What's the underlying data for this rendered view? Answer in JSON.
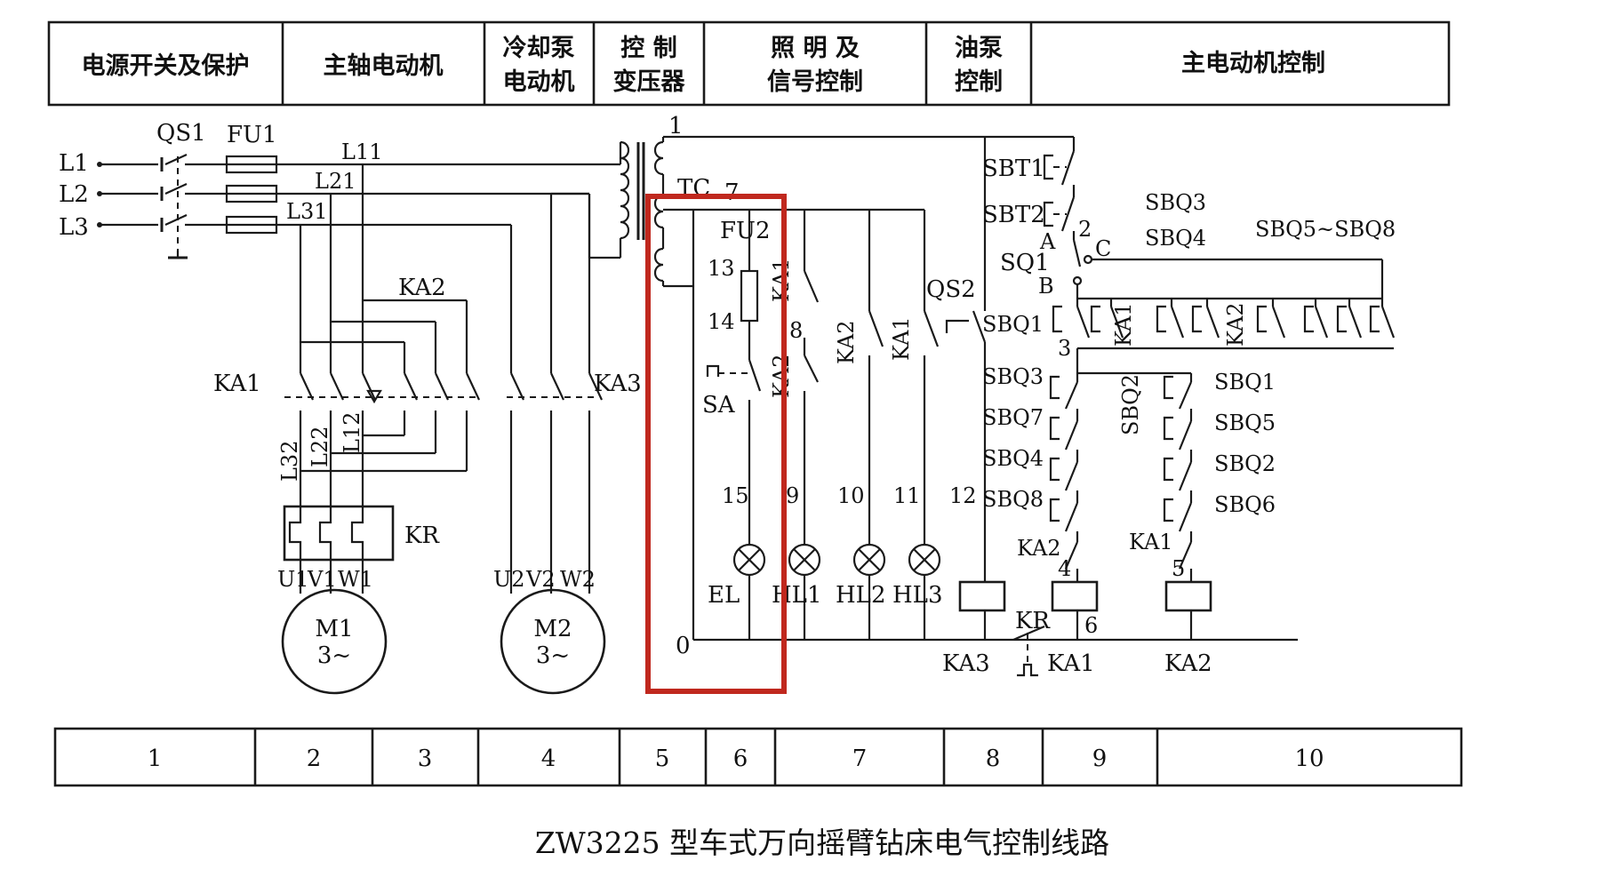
{
  "header": {
    "c1": "电源开关及保护",
    "c2": "主轴电动机",
    "c3a": "冷却泵",
    "c3b": "电动机",
    "c4a": "控  制",
    "c4b": "变压器",
    "c5a": "照 明 及",
    "c5b": "信号控制",
    "c6a": "油泵",
    "c6b": "控制",
    "c7": "主电动机控制"
  },
  "footer": [
    "1",
    "2",
    "3",
    "4",
    "5",
    "6",
    "7",
    "8",
    "9",
    "10"
  ],
  "caption": "ZW3225 型车式万向摇臂钻床电气控制线路",
  "labels": {
    "L1": "L1",
    "L2": "L2",
    "L3": "L3",
    "QS1": "QS1",
    "FU1": "FU1",
    "L11": "L11",
    "L21": "L21",
    "L31": "L31",
    "KA2_main": "KA2",
    "KA1_main": "KA1",
    "KA3_main": "KA3",
    "L32": "L32",
    "L22": "L22",
    "L12": "L12",
    "KR": "KR",
    "U1": "U1",
    "V1": "V1",
    "W1": "W1",
    "U2": "U2",
    "V2": "V2",
    "W2": "W2",
    "M1": "M1",
    "M2": "M2",
    "three_phase": "3~",
    "n1": "1",
    "TC": "TC",
    "n7": "7",
    "FU2": "FU2",
    "n13": "13",
    "n14": "14",
    "SA": "SA",
    "n8": "8",
    "KA2_c": "KA2",
    "KA1_c": "KA1",
    "KA2_cv": "KA2",
    "KA1_cv": "KA1",
    "QS2": "QS2",
    "n15": "15",
    "n9": "9",
    "n10": "10",
    "n11": "11",
    "n12": "12",
    "EL": "EL",
    "HL1": "HL1",
    "HL2": "HL2",
    "HL3": "HL3",
    "n0": "0",
    "SBT1": "SBT1",
    "SBT2": "SBT2",
    "n2": "2",
    "A": "A",
    "C": "C",
    "SQ1": "SQ1",
    "B": "B",
    "SBQ3_top": "SBQ3",
    "SBQ4_top": "SBQ4",
    "SBQ5_8": "SBQ5~SBQ8",
    "SBQ1_left": "SBQ1",
    "n3": "3",
    "SBQ3": "SBQ3",
    "SBQ7": "SBQ7",
    "SBQ4": "SBQ4",
    "SBQ8": "SBQ8",
    "SBQ2_v": "SBQ2",
    "SBQ1": "SBQ1",
    "SBQ5": "SBQ5",
    "SBQ2": "SBQ2",
    "SBQ6": "SBQ6",
    "KA2_coil_label": "KA2",
    "n4": "4",
    "KA1_coil_label": "KA1",
    "n5": "5",
    "KR_contact": "KR",
    "n6": "6",
    "KA3_coil": "KA3",
    "KA1_coil": "KA1",
    "KA2_coil": "KA2"
  },
  "colors": {
    "highlight": "#c0281e",
    "line": "#1a1a1a"
  }
}
